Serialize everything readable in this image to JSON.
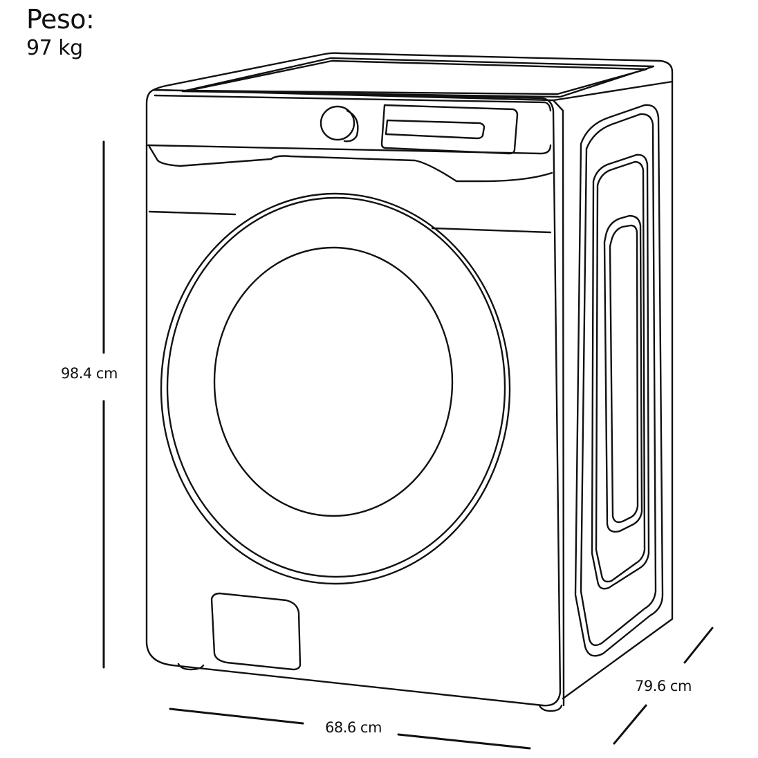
{
  "weight": {
    "title": "Peso:",
    "value": "97 kg"
  },
  "dimensions": {
    "height": "98.4 cm",
    "width": "68.6 cm",
    "depth": "79.6 cm"
  },
  "drawing": {
    "subject": "front-load washing machine line drawing",
    "stroke_color": "#111111",
    "background_color": "#ffffff"
  }
}
